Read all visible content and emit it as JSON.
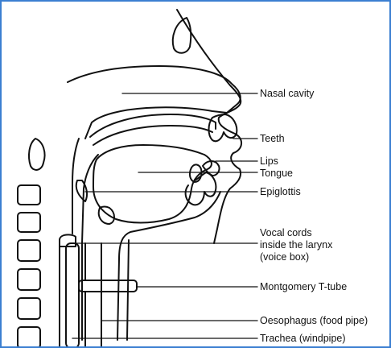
{
  "colors": {
    "border": "#3b7fd1",
    "line": "#111111",
    "background": "#ffffff"
  },
  "labels": {
    "nasal_cavity": "Nasal cavity",
    "teeth": "Teeth",
    "lips": "Lips",
    "tongue": "Tongue",
    "epiglottis": "Epiglottis",
    "vocal_cords": [
      "Vocal cords",
      "inside the larynx",
      "(voice box)"
    ],
    "t_tube": "Montgomery T-tube",
    "oesophagus": "Oesophagus (food pipe)",
    "trachea": "Trachea (windpipe)"
  }
}
